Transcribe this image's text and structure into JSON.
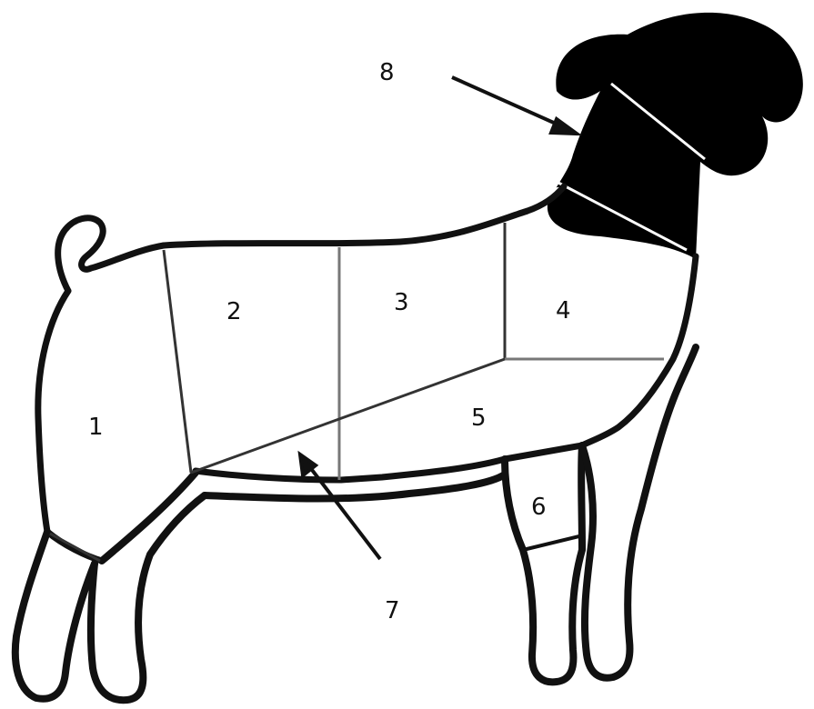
{
  "diagram": {
    "regions": [
      {
        "id": 1,
        "label": "1"
      },
      {
        "id": 2,
        "label": "2"
      },
      {
        "id": 3,
        "label": "3"
      },
      {
        "id": 4,
        "label": "4"
      },
      {
        "id": 5,
        "label": "5"
      },
      {
        "id": 6,
        "label": "6"
      },
      {
        "id": 7,
        "label": "7"
      },
      {
        "id": 8,
        "label": "8"
      }
    ],
    "colors": {
      "outline": "#111111",
      "head_fill": "#000000",
      "body_fill": "#ffffff",
      "divider": "#555555"
    }
  }
}
